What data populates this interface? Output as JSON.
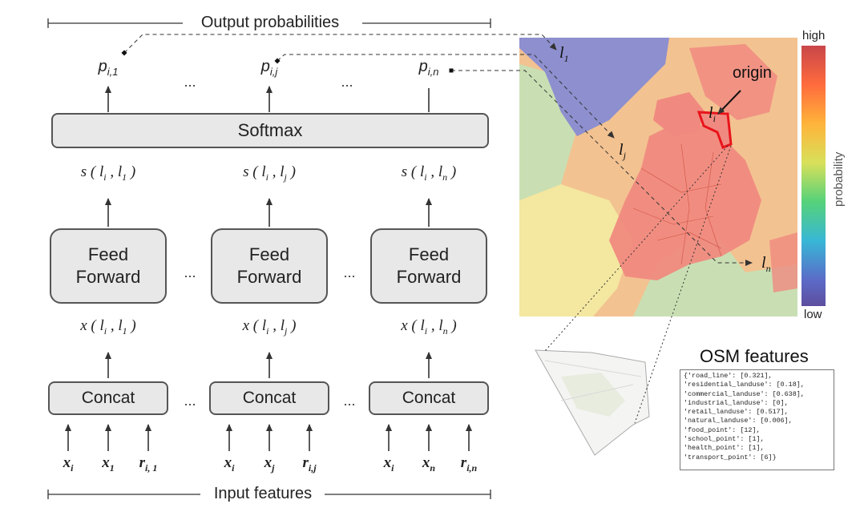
{
  "headers": {
    "output": "Output probabilities",
    "input": "Input features"
  },
  "softmax": "Softmax",
  "feed_forward": "Feed\nForward",
  "concat": "Concat",
  "ellipsis": "...",
  "columns": [
    {
      "prob": {
        "base": "p",
        "sub": "i,1"
      },
      "score": {
        "prefix": "s ( ",
        "a": "l",
        "a_sub": "i",
        "sep": " , ",
        "b": "l",
        "b_sub": "1",
        "suffix": " )"
      },
      "feat": {
        "prefix": "x ( ",
        "a": "l",
        "a_sub": "i",
        "sep": " , ",
        "b": "l",
        "b_sub": "1",
        "suffix": " )"
      },
      "inputs": [
        {
          "base": "x",
          "sub": "i"
        },
        {
          "base": "x",
          "sub": "1"
        },
        {
          "base": "r",
          "sub": "i, 1"
        }
      ]
    },
    {
      "prob": {
        "base": "p",
        "sub": "i,j"
      },
      "score": {
        "prefix": "s ( ",
        "a": "l",
        "a_sub": "i",
        "sep": " , ",
        "b": "l",
        "b_sub": "j",
        "suffix": " )"
      },
      "feat": {
        "prefix": "x ( ",
        "a": "l",
        "a_sub": "i",
        "sep": " , ",
        "b": "l",
        "b_sub": "j",
        "suffix": " )"
      },
      "inputs": [
        {
          "base": "x",
          "sub": "i"
        },
        {
          "base": "x",
          "sub": "j"
        },
        {
          "base": "r",
          "sub": "i,j"
        }
      ]
    },
    {
      "prob": {
        "base": "p",
        "sub": "i,n"
      },
      "score": {
        "prefix": "s ( ",
        "a": "l",
        "a_sub": "i",
        "sep": " , ",
        "b": "l",
        "b_sub": "n",
        "suffix": " )"
      },
      "feat": {
        "prefix": "x ( ",
        "a": "l",
        "a_sub": "i",
        "sep": " , ",
        "b": "l",
        "b_sub": "n",
        "suffix": " )"
      },
      "inputs": [
        {
          "base": "x",
          "sub": "i"
        },
        {
          "base": "x",
          "sub": "n"
        },
        {
          "base": "r",
          "sub": "i,n"
        }
      ]
    }
  ],
  "map": {
    "labels": {
      "l1": {
        "base": "l",
        "sub": "1"
      },
      "lj": {
        "base": "l",
        "sub": "j"
      },
      "ln": {
        "base": "l",
        "sub": "n"
      },
      "li": {
        "base": "l",
        "sub": "i"
      }
    },
    "origin": "origin",
    "colors": {
      "purple": "#8d8fcf",
      "orange": "#f6c08f",
      "red": "#f08a80",
      "yellow": "#f4e7a0",
      "green": "#c9dfb3",
      "highlight": "#e8141b"
    }
  },
  "colorbar": {
    "high": "high",
    "low": "low",
    "axis_label": "probability",
    "gradient": [
      "#c9464a",
      "#ff6b3d",
      "#ffb43a",
      "#d8e05a",
      "#55d27a",
      "#38b7d6",
      "#5b6bc8",
      "#5e4e9e"
    ]
  },
  "osm": {
    "title": "OSM features",
    "lines": [
      "{'road_line': [0.321],",
      " 'residential_landuse': [0.18],",
      " 'commercial_landuse': [0.638],",
      " 'industrial_landuse': [0],",
      " 'retail_landuse': [0.517],",
      " 'natural_landuse': [0.006],",
      " 'food_point': [12],",
      " 'school_point': [1],",
      " 'health_point': [1],",
      " 'transport_point': [6]}"
    ]
  }
}
